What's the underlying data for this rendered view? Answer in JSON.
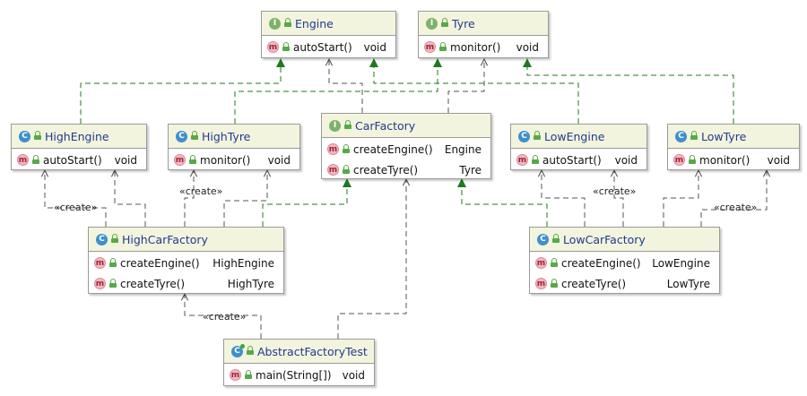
{
  "classes": {
    "engine": {
      "kind": "I",
      "name": "Engine",
      "methods": [
        {
          "name": "autoStart()",
          "type": "void"
        }
      ]
    },
    "tyre": {
      "kind": "I",
      "name": "Tyre",
      "methods": [
        {
          "name": "monitor()",
          "type": "void"
        }
      ]
    },
    "car_factory": {
      "kind": "I",
      "name": "CarFactory",
      "methods": [
        {
          "name": "createEngine()",
          "type": "Engine"
        },
        {
          "name": "createTyre()",
          "type": "Tyre"
        }
      ]
    },
    "high_engine": {
      "kind": "C",
      "name": "HighEngine",
      "methods": [
        {
          "name": "autoStart()",
          "type": "void"
        }
      ]
    },
    "high_tyre": {
      "kind": "C",
      "name": "HighTyre",
      "methods": [
        {
          "name": "monitor()",
          "type": "void"
        }
      ]
    },
    "low_engine": {
      "kind": "C",
      "name": "LowEngine",
      "methods": [
        {
          "name": "autoStart()",
          "type": "void"
        }
      ]
    },
    "low_tyre": {
      "kind": "C",
      "name": "LowTyre",
      "methods": [
        {
          "name": "monitor()",
          "type": "void"
        }
      ]
    },
    "high_car_factory": {
      "kind": "C",
      "name": "HighCarFactory",
      "methods": [
        {
          "name": "createEngine()",
          "type": "HighEngine"
        },
        {
          "name": "createTyre()",
          "type": "HighTyre"
        }
      ]
    },
    "low_car_factory": {
      "kind": "C",
      "name": "LowCarFactory",
      "methods": [
        {
          "name": "createEngine()",
          "type": "LowEngine"
        },
        {
          "name": "createTyre()",
          "type": "LowTyre"
        }
      ]
    },
    "abstract_factory_test": {
      "kind": "C",
      "name": "AbstractFactoryTest",
      "methods": [
        {
          "name": "main(String[])",
          "type": "void"
        }
      ]
    }
  },
  "labels": {
    "create_1": "«create»",
    "create_2": "«create»",
    "create_3": "«create»",
    "create_4": "«create»",
    "create_5": "«create»"
  },
  "colors": {
    "implements_edge": "#1f7a1f",
    "dependency_edge": "#555555",
    "header_bg": "#f3f4dd",
    "class_name": "#1f3a92"
  }
}
